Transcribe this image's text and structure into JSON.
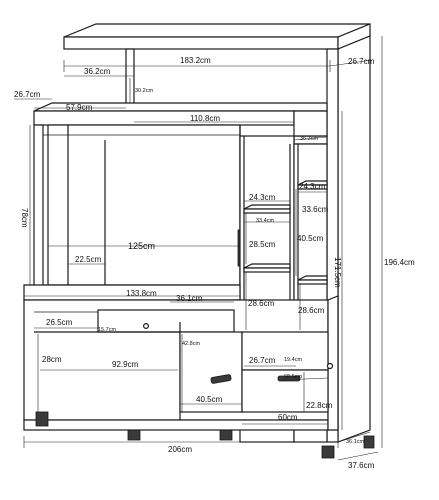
{
  "dimensions": {
    "top_width": "183.2cm",
    "top_left_shelf_width": "36.2cm",
    "top_right_depth": "26.7cm",
    "upper_gap_height": "30.2cm",
    "left_depth": "26.7cm",
    "upper_left_width": "57.9cm",
    "upper_right_width": "110.8cm",
    "right_small_depth": "36.3cm",
    "tv_height": "78cm",
    "tv_width": "125cm",
    "tv_side_width": "22.5cm",
    "shelf_a_width": "24.3cm",
    "shelf_b_width": "24.3cm",
    "shelf_a_depth": "33.4cm",
    "shelf_b_height": "33.6cm",
    "shelf_a_height": "28.5cm",
    "shelf_b_height2": "40.5cm",
    "side_height": "171.5cm",
    "total_height": "196.4cm",
    "base_width": "133.8cm",
    "base_gap": "36.1cm",
    "shelf_a_low": "28.6cm",
    "shelf_b_low": "28.6cm",
    "drawer_width": "26.5cm",
    "drawer_depth": "15.7cm",
    "niche_height": "28cm",
    "niche_width": "92.9cm",
    "door_height": "42.8cm",
    "door_width": "40.5cm",
    "drawer_right_width": "26.7cm",
    "drawer_right_height": "19.4cm",
    "drawer_right_depth": "68.5cm",
    "drawer_lower_width": "60cm",
    "drawer_lower_height": "22.8cm",
    "total_width": "206cm",
    "base_depth_small": "36.1cm",
    "total_depth": "37.6cm"
  }
}
